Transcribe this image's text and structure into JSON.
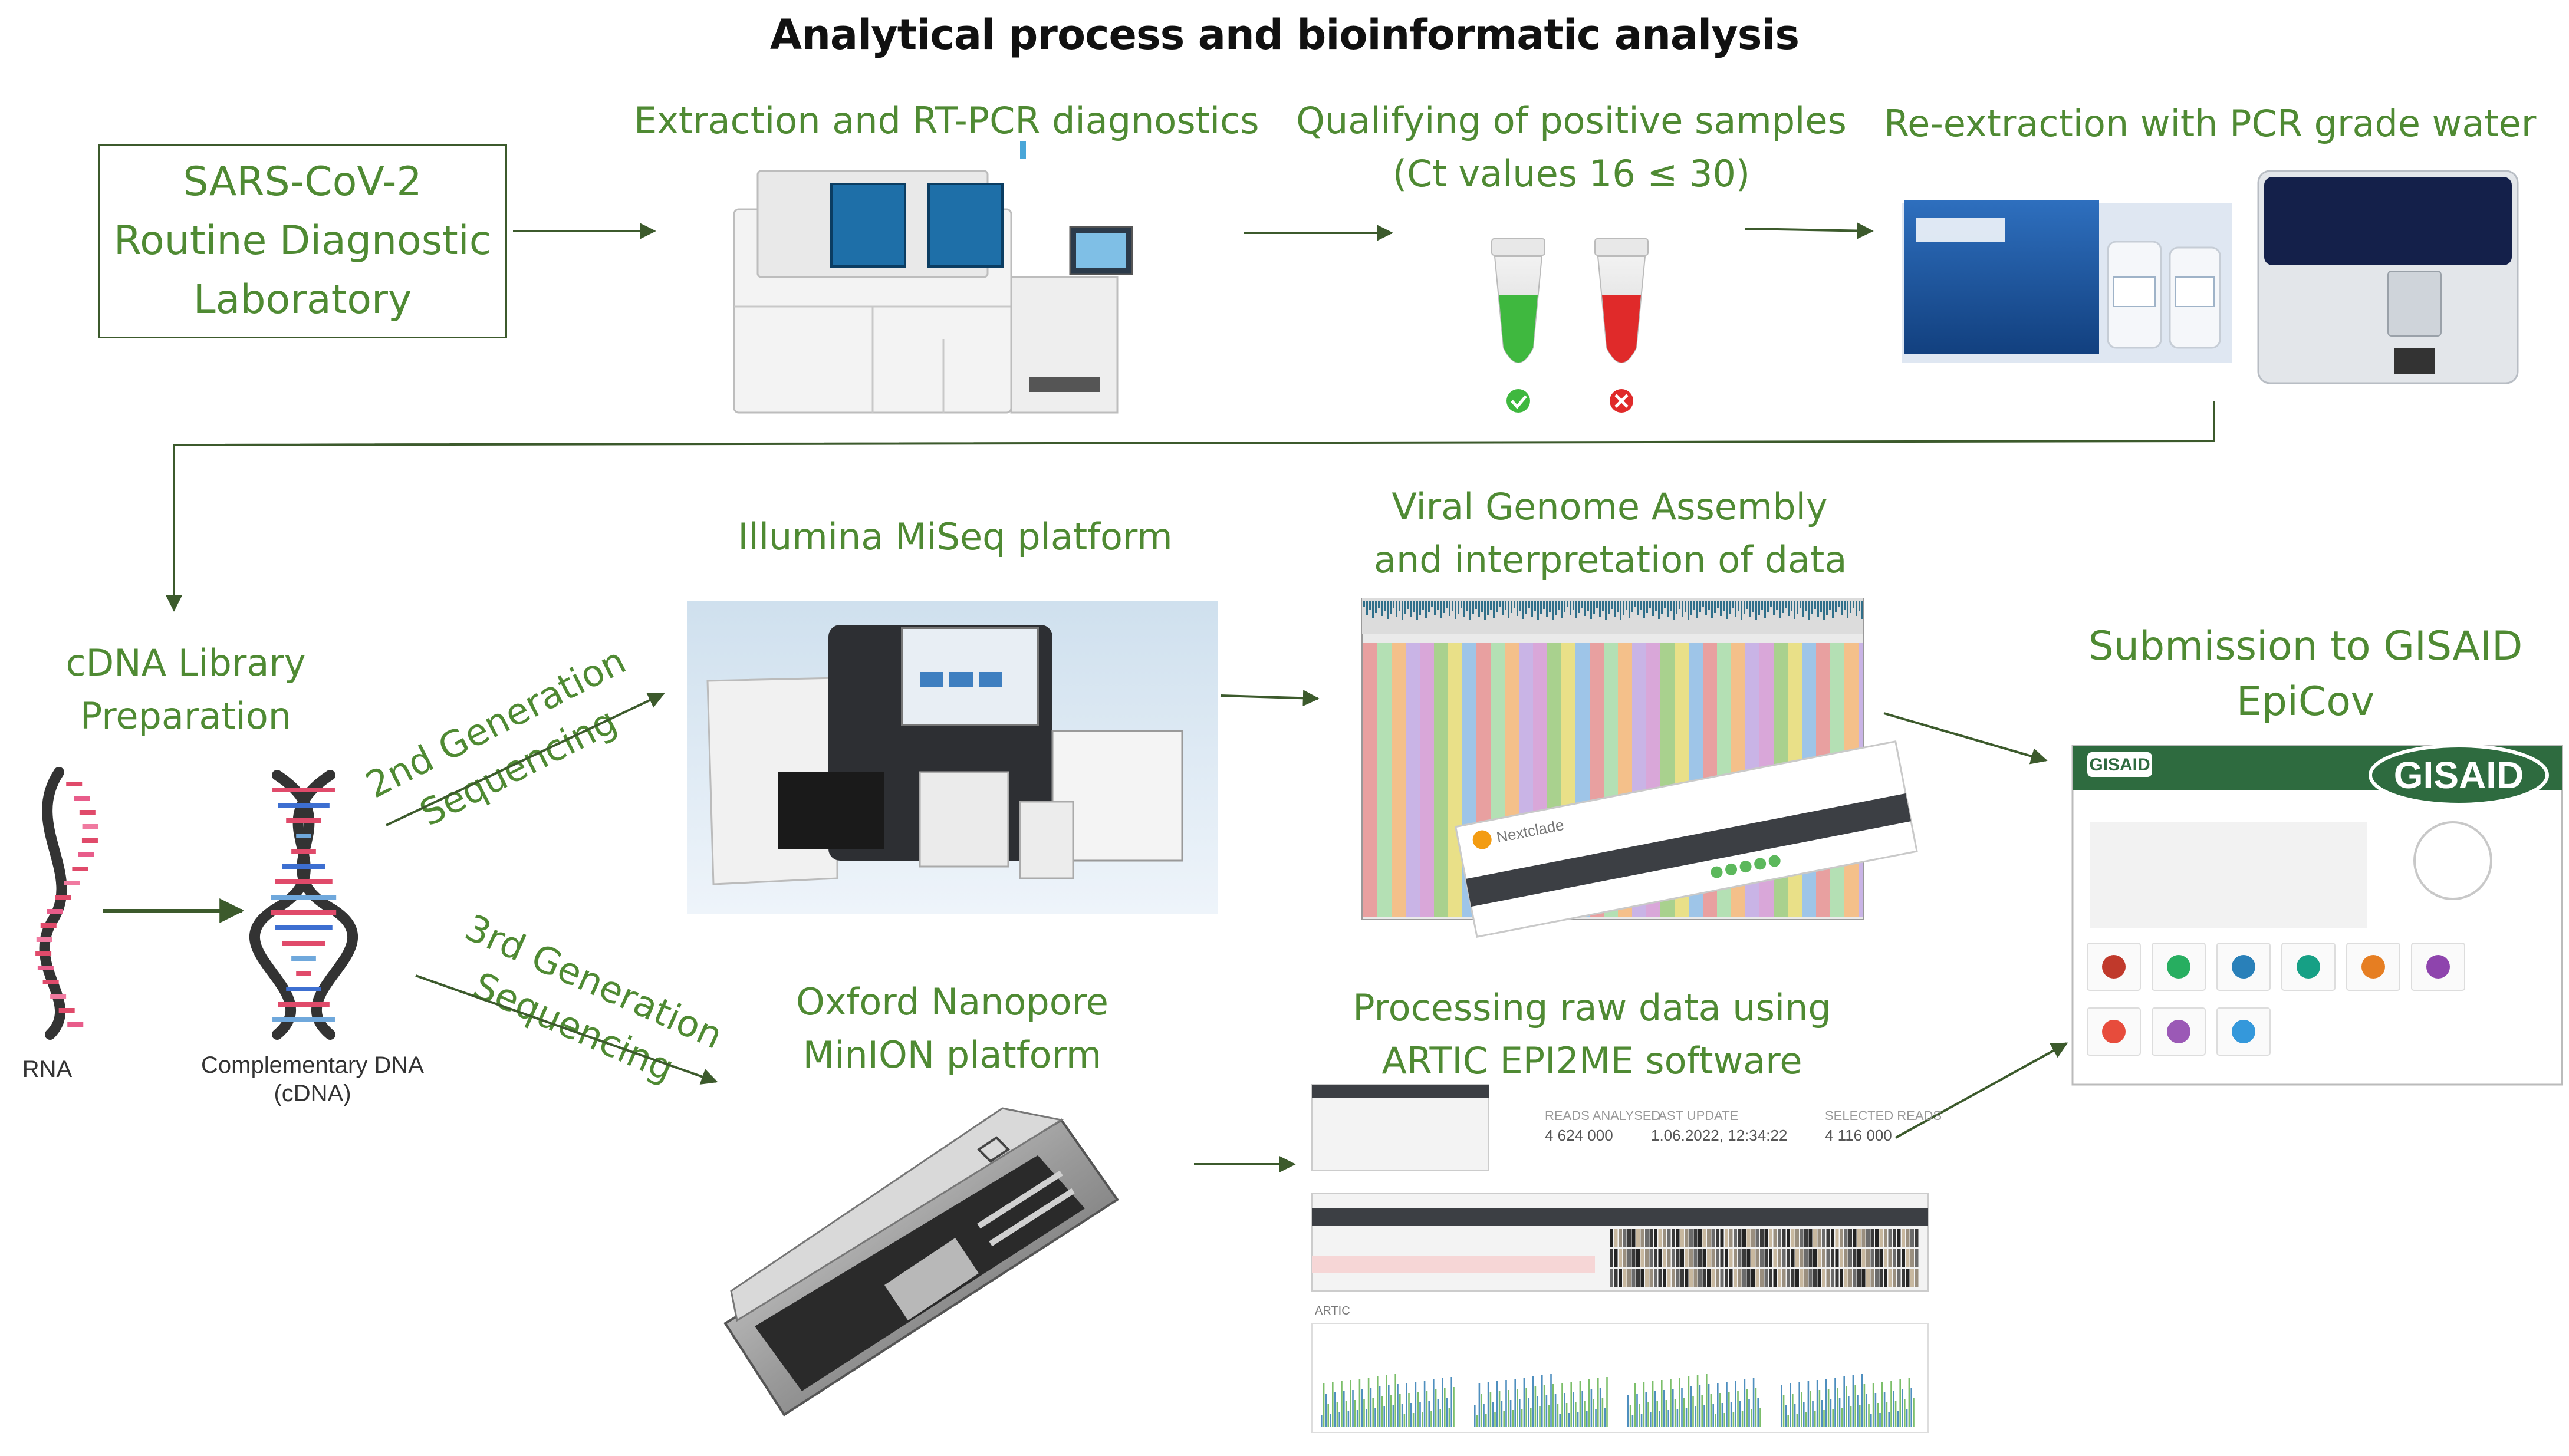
{
  "title": "Analytical process and bioinformatic analysis",
  "source_box": {
    "lines": [
      "SARS-CoV-2",
      "Routine Diagnostic",
      "Laboratory"
    ]
  },
  "steps": {
    "extraction": {
      "lines": [
        "Extraction and RT-PCR diagnostics"
      ]
    },
    "qualifying": {
      "lines": [
        "Qualifying of positive samples",
        "(Ct values 16 ≤ 30)"
      ]
    },
    "reextraction": {
      "lines": [
        "Re-extraction with PCR grade water"
      ]
    },
    "library": {
      "lines": [
        "cDNA Library",
        "Preparation"
      ]
    },
    "illumina": {
      "lines": [
        "Illumina MiSeq platform"
      ]
    },
    "assembly": {
      "lines": [
        "Viral Genome Assembly",
        "and interpretation of data"
      ]
    },
    "submission": {
      "lines": [
        "Submission to GISAID",
        "EpiCov"
      ]
    },
    "nanopore": {
      "lines": [
        "Oxford Nanopore",
        "MinION platform"
      ]
    },
    "processing": {
      "lines": [
        "Processing raw data using",
        "ARTIC EPI2ME software"
      ]
    }
  },
  "sequencing": {
    "second": {
      "lines": [
        "2nd Generation",
        "Sequencing"
      ]
    },
    "third": {
      "lines": [
        "3rd Generation",
        "Sequencing"
      ]
    }
  },
  "dna": {
    "rna_label": "RNA",
    "cdna_label": [
      "Complementary DNA",
      "(cDNA)"
    ]
  },
  "gisaid": {
    "logo_text": "GISAID",
    "small_logo": "GISAID"
  },
  "nextclade": {
    "brand": "Nextclade"
  },
  "artic": {
    "stats": [
      {
        "label": "READS ANALYSED",
        "value": "4 624 000"
      },
      {
        "label": "LAST UPDATE",
        "value": "1.06.2022, 12:34:22"
      },
      {
        "label": "SELECTED READS",
        "value": "4 116 000"
      }
    ],
    "section_label": "ARTIC"
  },
  "colors": {
    "accent_green": "#4f8a33",
    "arrow_green": "#3c5a2c",
    "title": "#111111"
  }
}
